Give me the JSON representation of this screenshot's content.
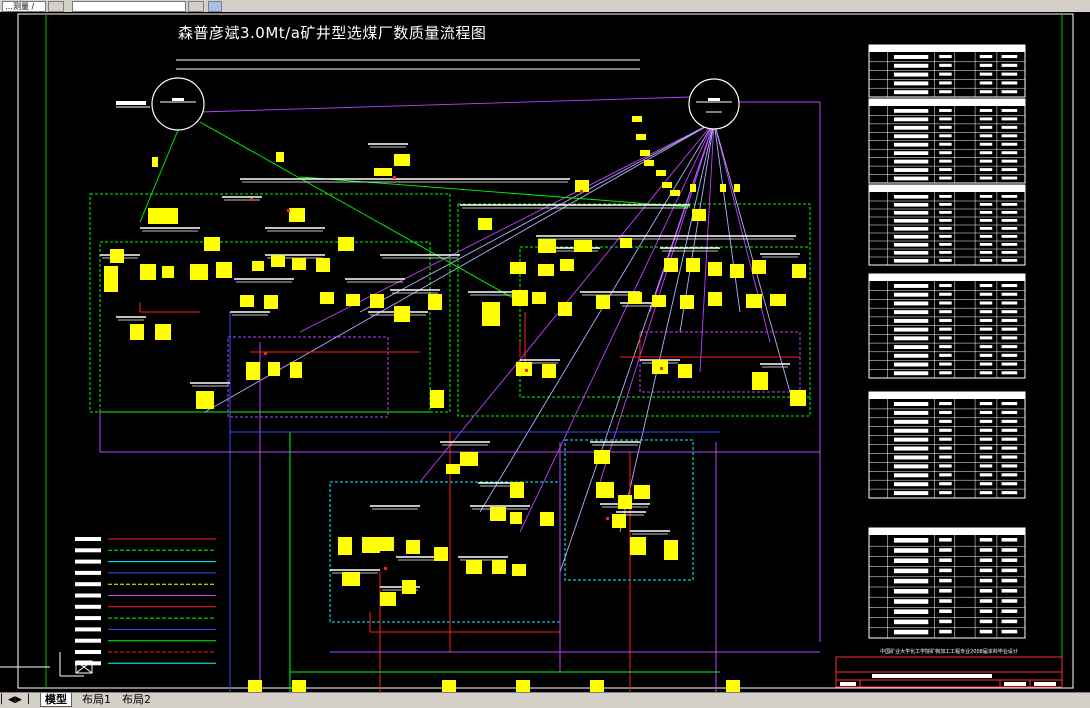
{
  "toolbar": {
    "field_1": "…测量 /",
    "field_2": "",
    "field_3": ""
  },
  "drawing": {
    "title": "森普彦斌3.0Mt/a矿井型选煤厂数质量流程图",
    "title_block_text": "中国矿业大学化工学院矿物加工工程专业2008届本科毕业设计",
    "colors": {
      "background": "#000000",
      "frame": "#ffffff",
      "border_green": "#00c000",
      "label": "#ffff00",
      "line_green": "#00ff00",
      "line_purple": "#c040ff",
      "line_red": "#ff2020",
      "line_blue": "#3050ff",
      "line_cyan": "#00ffff"
    }
  },
  "legend": [
    {
      "color": "#ff2020"
    },
    {
      "color": "#00ff00"
    },
    {
      "color": "#00ffff"
    },
    {
      "color": "#3050ff"
    },
    {
      "color": "#ffff00"
    },
    {
      "color": "#c040ff"
    },
    {
      "color": "#ff2020"
    },
    {
      "color": "#00ff00"
    },
    {
      "color": "#3050ff"
    },
    {
      "color": "#00ff00"
    },
    {
      "color": "#ff2020"
    },
    {
      "color": "#00ffff"
    }
  ],
  "tabs": [
    {
      "label": "模型",
      "active": true
    },
    {
      "label": "布局1",
      "active": false
    },
    {
      "label": "布局2",
      "active": false
    }
  ],
  "nav_icons": [
    "first-tab-icon",
    "prev-tab-icon",
    "next-tab-icon",
    "last-tab-icon"
  ]
}
